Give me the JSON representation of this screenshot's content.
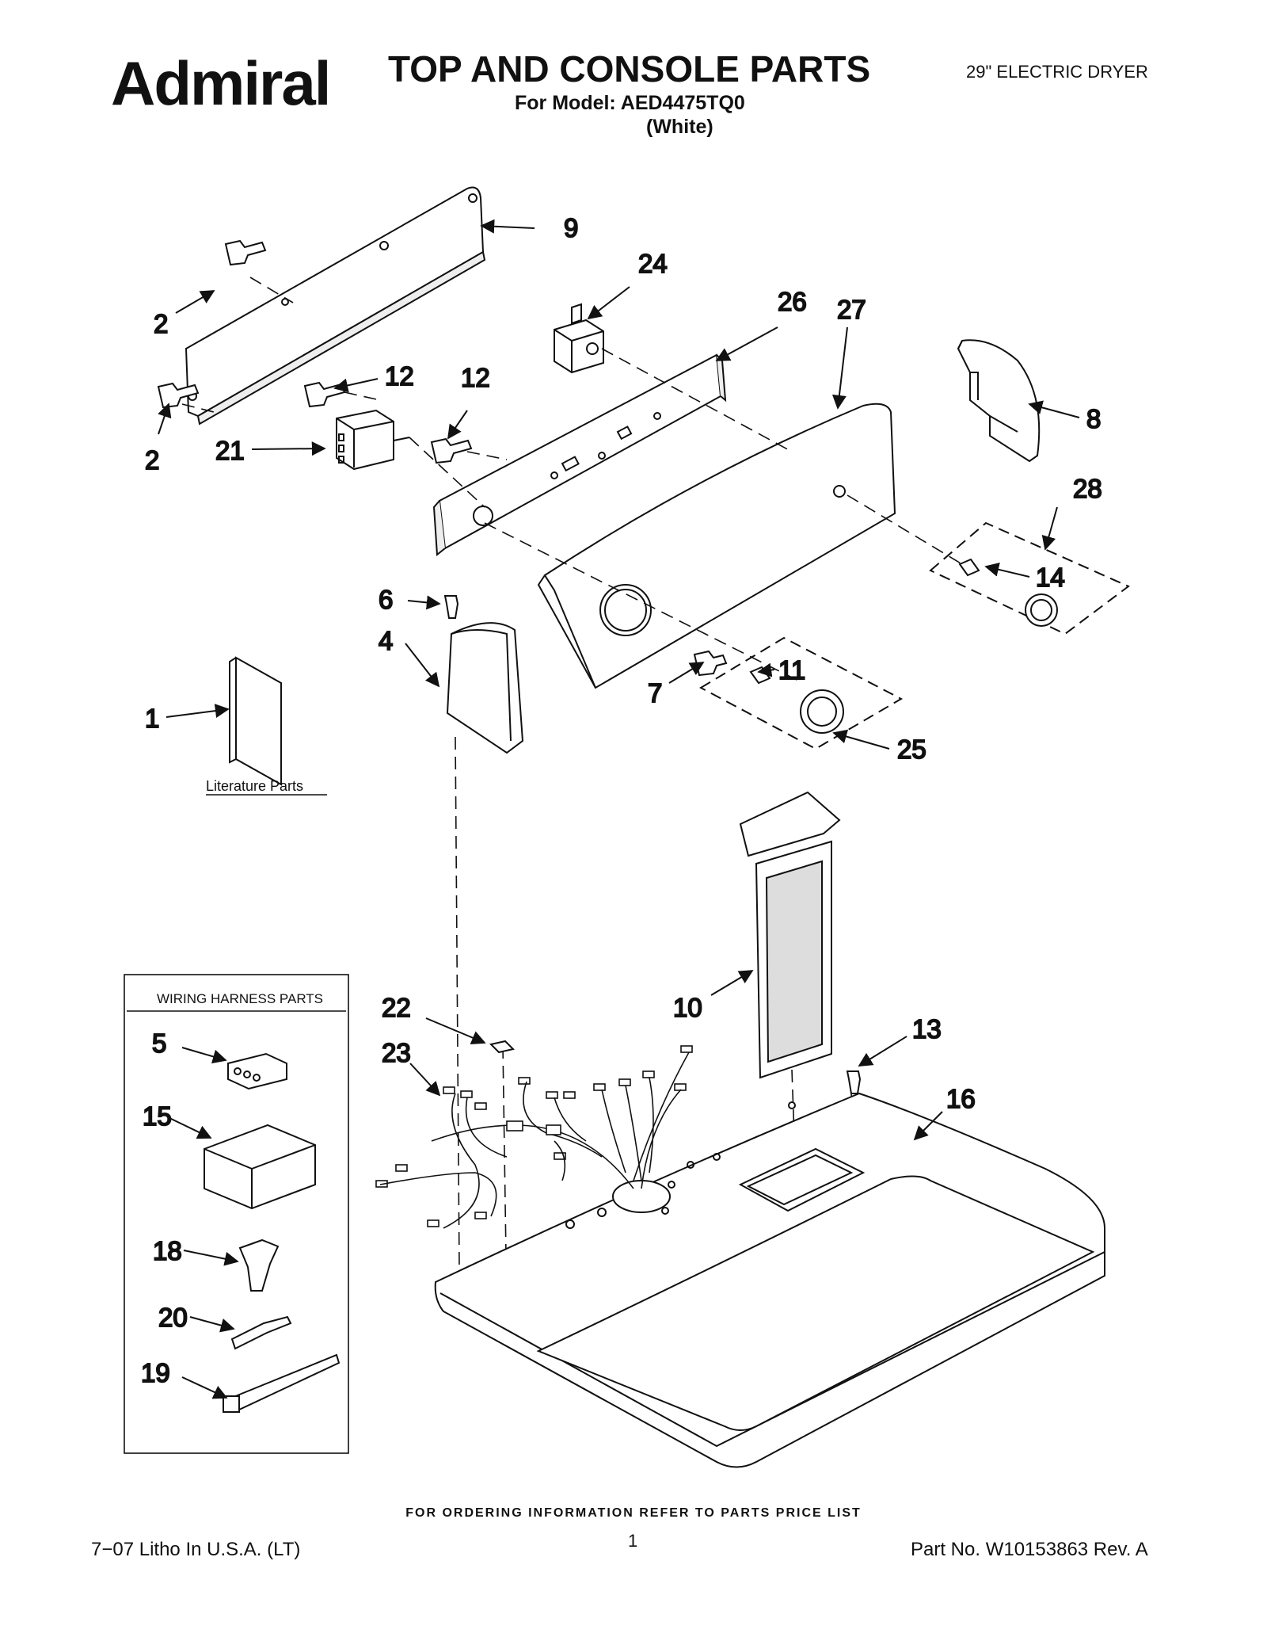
{
  "header": {
    "brand": "Admiral",
    "title": "TOP AND CONSOLE PARTS",
    "model_line": "For Model: AED4475TQ0",
    "color_line": "(White)",
    "product": "29\" ELECTRIC DRYER"
  },
  "diagram": {
    "literature_label": "Literature Parts",
    "harness_box_title": "WIRING HARNESS PARTS",
    "callouts": {
      "c1": "1",
      "c2a": "2",
      "c2b": "2",
      "c4": "4",
      "c5": "5",
      "c6": "6",
      "c7": "7",
      "c8": "8",
      "c9": "9",
      "c10": "10",
      "c11": "11",
      "c12a": "12",
      "c12b": "12",
      "c13": "13",
      "c14": "14",
      "c15": "15",
      "c16": "16",
      "c18": "18",
      "c19": "19",
      "c20": "20",
      "c21": "21",
      "c22": "22",
      "c23": "23",
      "c24": "24",
      "c25": "25",
      "c26": "26",
      "c27": "27",
      "c28": "28"
    }
  },
  "footer": {
    "ordering_note": "FOR ORDERING INFORMATION REFER TO PARTS PRICE LIST",
    "litho": "7−07 Litho In U.S.A. (LT)",
    "page_number": "1",
    "part_number": "Part No. W10153863 Rev. A"
  }
}
